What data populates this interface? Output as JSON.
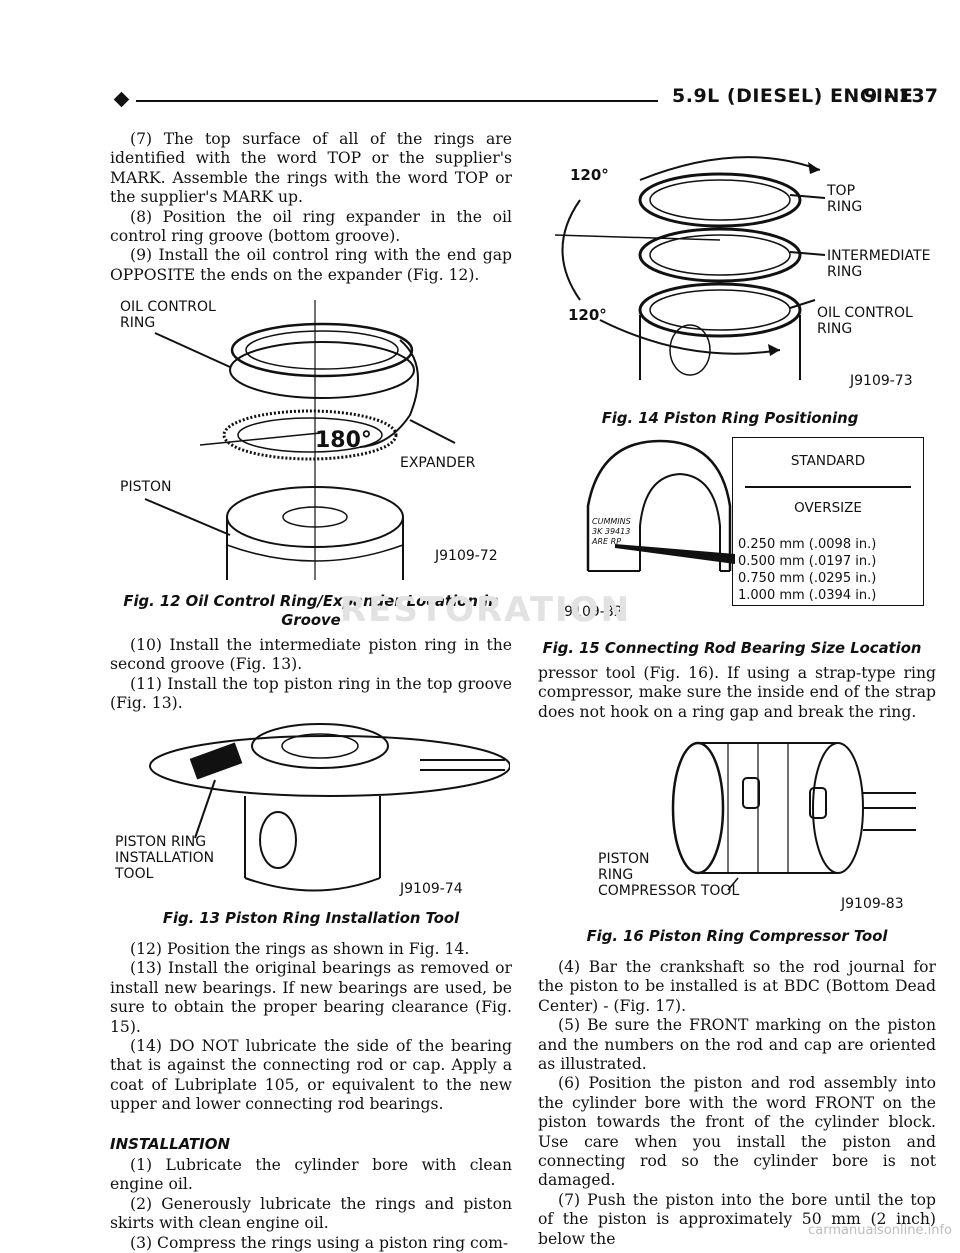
{
  "header": {
    "title": "5.9L (DIESEL) ENGINE",
    "page": "9 - 137"
  },
  "left_column": {
    "steps_top": [
      "(7) The top surface of all of the rings are identified with the word TOP or the supplier's MARK. Assemble the rings with the word TOP or the supplier's MARK up.",
      "(8) Position the oil ring expander in the oil control ring groove (bottom groove).",
      "(9) Install the oil control ring with the end gap OPPOSITE the ends on the expander (Fig. 12)."
    ],
    "steps_mid": [
      "(10) Install the intermediate piston ring in the second groove (Fig. 13).",
      "(11) Install the top piston ring in the top groove (Fig. 13)."
    ],
    "steps_low": [
      "(12) Position the rings as shown in Fig. 14.",
      "(13) Install the original bearings as removed or install new bearings. If new bearings are used, be sure to obtain the proper bearing clearance (Fig. 15).",
      "(14) DO NOT lubricate the side of the bearing that is against the connecting rod or cap. Apply a coat of Lubriplate 105, or equivalent to the new upper and lower connecting rod bearings."
    ],
    "installation_heading": "INSTALLATION",
    "installation_steps": [
      "(1) Lubricate the cylinder bore with clean engine oil.",
      "(2) Generously lubricate the rings and piston skirts with clean engine oil.",
      "(3) Compress the rings using a piston ring com-"
    ]
  },
  "right_column": {
    "steps_top": [
      "pressor tool (Fig. 16). If using a strap-type ring compressor, make sure the inside end of the strap does not hook on a ring gap and break the ring."
    ],
    "steps_low": [
      "(4) Bar the crankshaft so the rod journal for the piston to be installed is at BDC (Bottom Dead Center) - (Fig. 17).",
      "(5) Be sure the FRONT marking on the piston and the numbers on the rod and cap are oriented as illustrated.",
      "(6) Position the piston and rod assembly into the cylinder bore with the word FRONT on the piston towards the front of the cylinder block. Use care when you install the piston and connecting rod so the cylinder bore is not damaged.",
      "(7) Push the piston into the bore until the top of the piston is approximately 50 mm (2 inch) below the"
    ]
  },
  "fig12": {
    "caption": "Fig. 12 Oil Control Ring/Expander Location in Groove",
    "label_ring": [
      "OIL CONTROL",
      "RING"
    ],
    "label_angle": "180°",
    "label_expander": "EXPANDER",
    "label_piston": "PISTON",
    "id": "J9109-72"
  },
  "fig13": {
    "caption": "Fig. 13 Piston Ring Installation Tool",
    "label_tool": [
      "PISTON RING",
      "INSTALLATION",
      "TOOL"
    ],
    "id": "J9109-74"
  },
  "fig14": {
    "caption": "Fig. 14 Piston Ring Positioning",
    "angle_top": "120°",
    "angle_bottom": "120°",
    "label_top": [
      "TOP",
      "RING"
    ],
    "label_intermediate": [
      "INTERMEDIATE",
      "RING"
    ],
    "label_oil": [
      "OIL CONTROL",
      "RING"
    ],
    "id": "J9109-73"
  },
  "fig15": {
    "caption": "Fig. 15 Connecting Rod Bearing Size Location",
    "standard": "STANDARD",
    "oversize": "OVERSIZE",
    "sizes": [
      "0.250 mm (.0098 in.)",
      "0.500 mm (.0197 in.)",
      "0.750 mm (.0295 in.)",
      "1.000 mm (.0394 in.)"
    ],
    "stamp": [
      "CUMMINS",
      "3K 39413",
      "ARE RP"
    ],
    "id": "J9109-82"
  },
  "fig16": {
    "caption": "Fig. 16 Piston Ring Compressor Tool",
    "label_tool": [
      "PISTON",
      "RING",
      "COMPRESSOR TOOL"
    ],
    "id": "J9109-83"
  },
  "watermark": "RESTORATION",
  "footer": "carmanualsonline.info"
}
